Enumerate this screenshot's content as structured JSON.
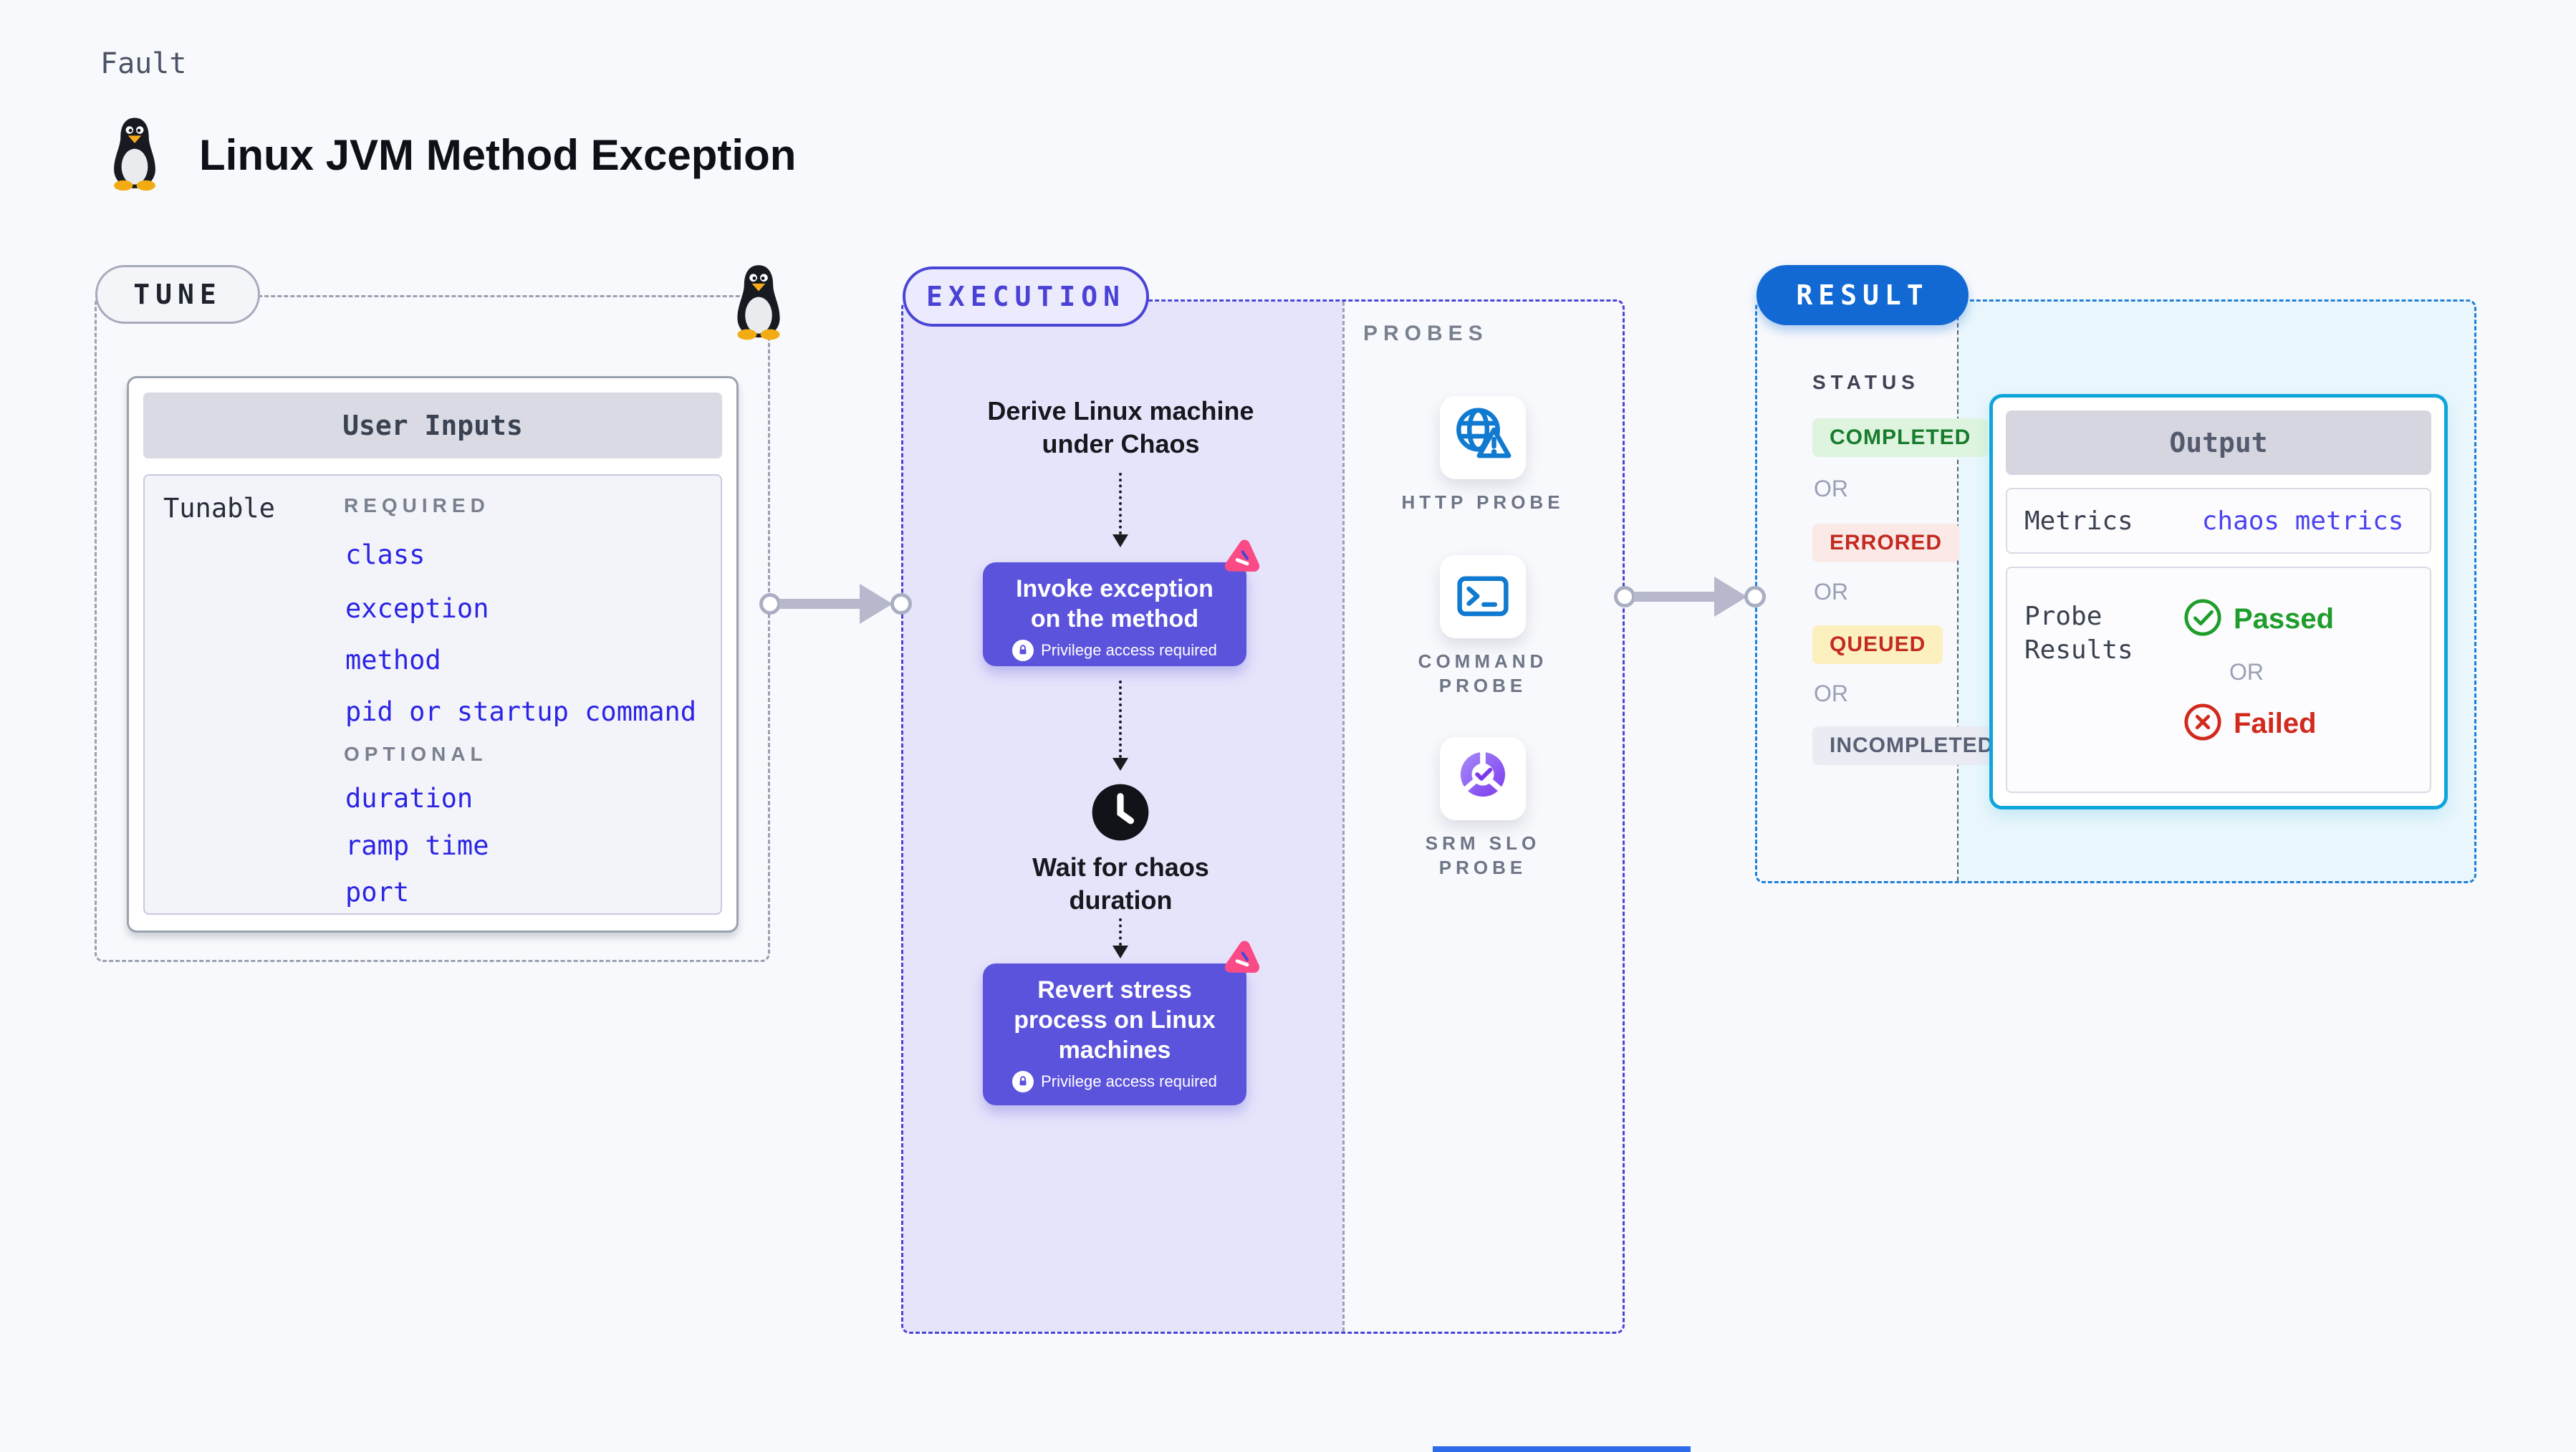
{
  "page": {
    "kicker": "Fault",
    "title": "Linux JVM Method Exception"
  },
  "tune": {
    "pill": "TUNE",
    "card_title": "User Inputs",
    "row_label": "Tunable",
    "required_label": "REQUIRED",
    "required_items": [
      "class",
      "exception",
      "method",
      "pid or startup command"
    ],
    "optional_label": "OPTIONAL",
    "optional_items": [
      "duration",
      "ramp time",
      "port"
    ]
  },
  "execution": {
    "pill": "EXECUTION",
    "derive": [
      "Derive Linux machine",
      "under Chaos"
    ],
    "invoke": [
      "Invoke exception",
      "on the method"
    ],
    "privilege": "Privilege access required",
    "wait": [
      "Wait for chaos",
      "duration"
    ],
    "revert": [
      "Revert stress",
      "process on Linux",
      "machines"
    ]
  },
  "probes": {
    "title": "PROBES",
    "items": [
      [
        "HTTP PROBE"
      ],
      [
        "COMMAND",
        "PROBE"
      ],
      [
        "SRM SLO",
        "PROBE"
      ]
    ]
  },
  "result": {
    "pill": "RESULT",
    "status_label": "STATUS",
    "or": "OR",
    "statuses": [
      {
        "label": "COMPLETED",
        "bg": "#def4df",
        "fg": "#187c2d"
      },
      {
        "label": "ERRORED",
        "bg": "#fbe9e8",
        "fg": "#c32b20"
      },
      {
        "label": "QUEUED",
        "bg": "#fdf0bf",
        "fg": "#c32b20"
      },
      {
        "label": "INCOMPLETED",
        "bg": "#eaebf3",
        "fg": "#596074"
      }
    ],
    "output": {
      "title": "Output",
      "metrics_label": "Metrics",
      "metrics_value": "chaos metrics",
      "probe_label": [
        "Probe",
        "Results"
      ],
      "passed": "Passed",
      "failed": "Failed"
    }
  },
  "colors": {
    "page_bg": "#f8f9fc",
    "gray_dash": "#99a1b1",
    "indigo_node": "#5b53dc",
    "indigo_dash": "#4a45d6",
    "pink_chaos": "#fa4b86",
    "result_pill_blue": "#1269d3",
    "result_dash_blue": "#1c80d8",
    "output_border_cyan": "#10a5da",
    "tunable_link_blue": "#2b24e4",
    "metrics_link_blue": "#4b43ee",
    "passed_green": "#1f9d2c",
    "failed_red": "#d2291d",
    "probe_icon_blue": "#0f7ad0",
    "srm_purple": "#7c3aed",
    "bottom_strip_blue": "#2e6bea"
  }
}
